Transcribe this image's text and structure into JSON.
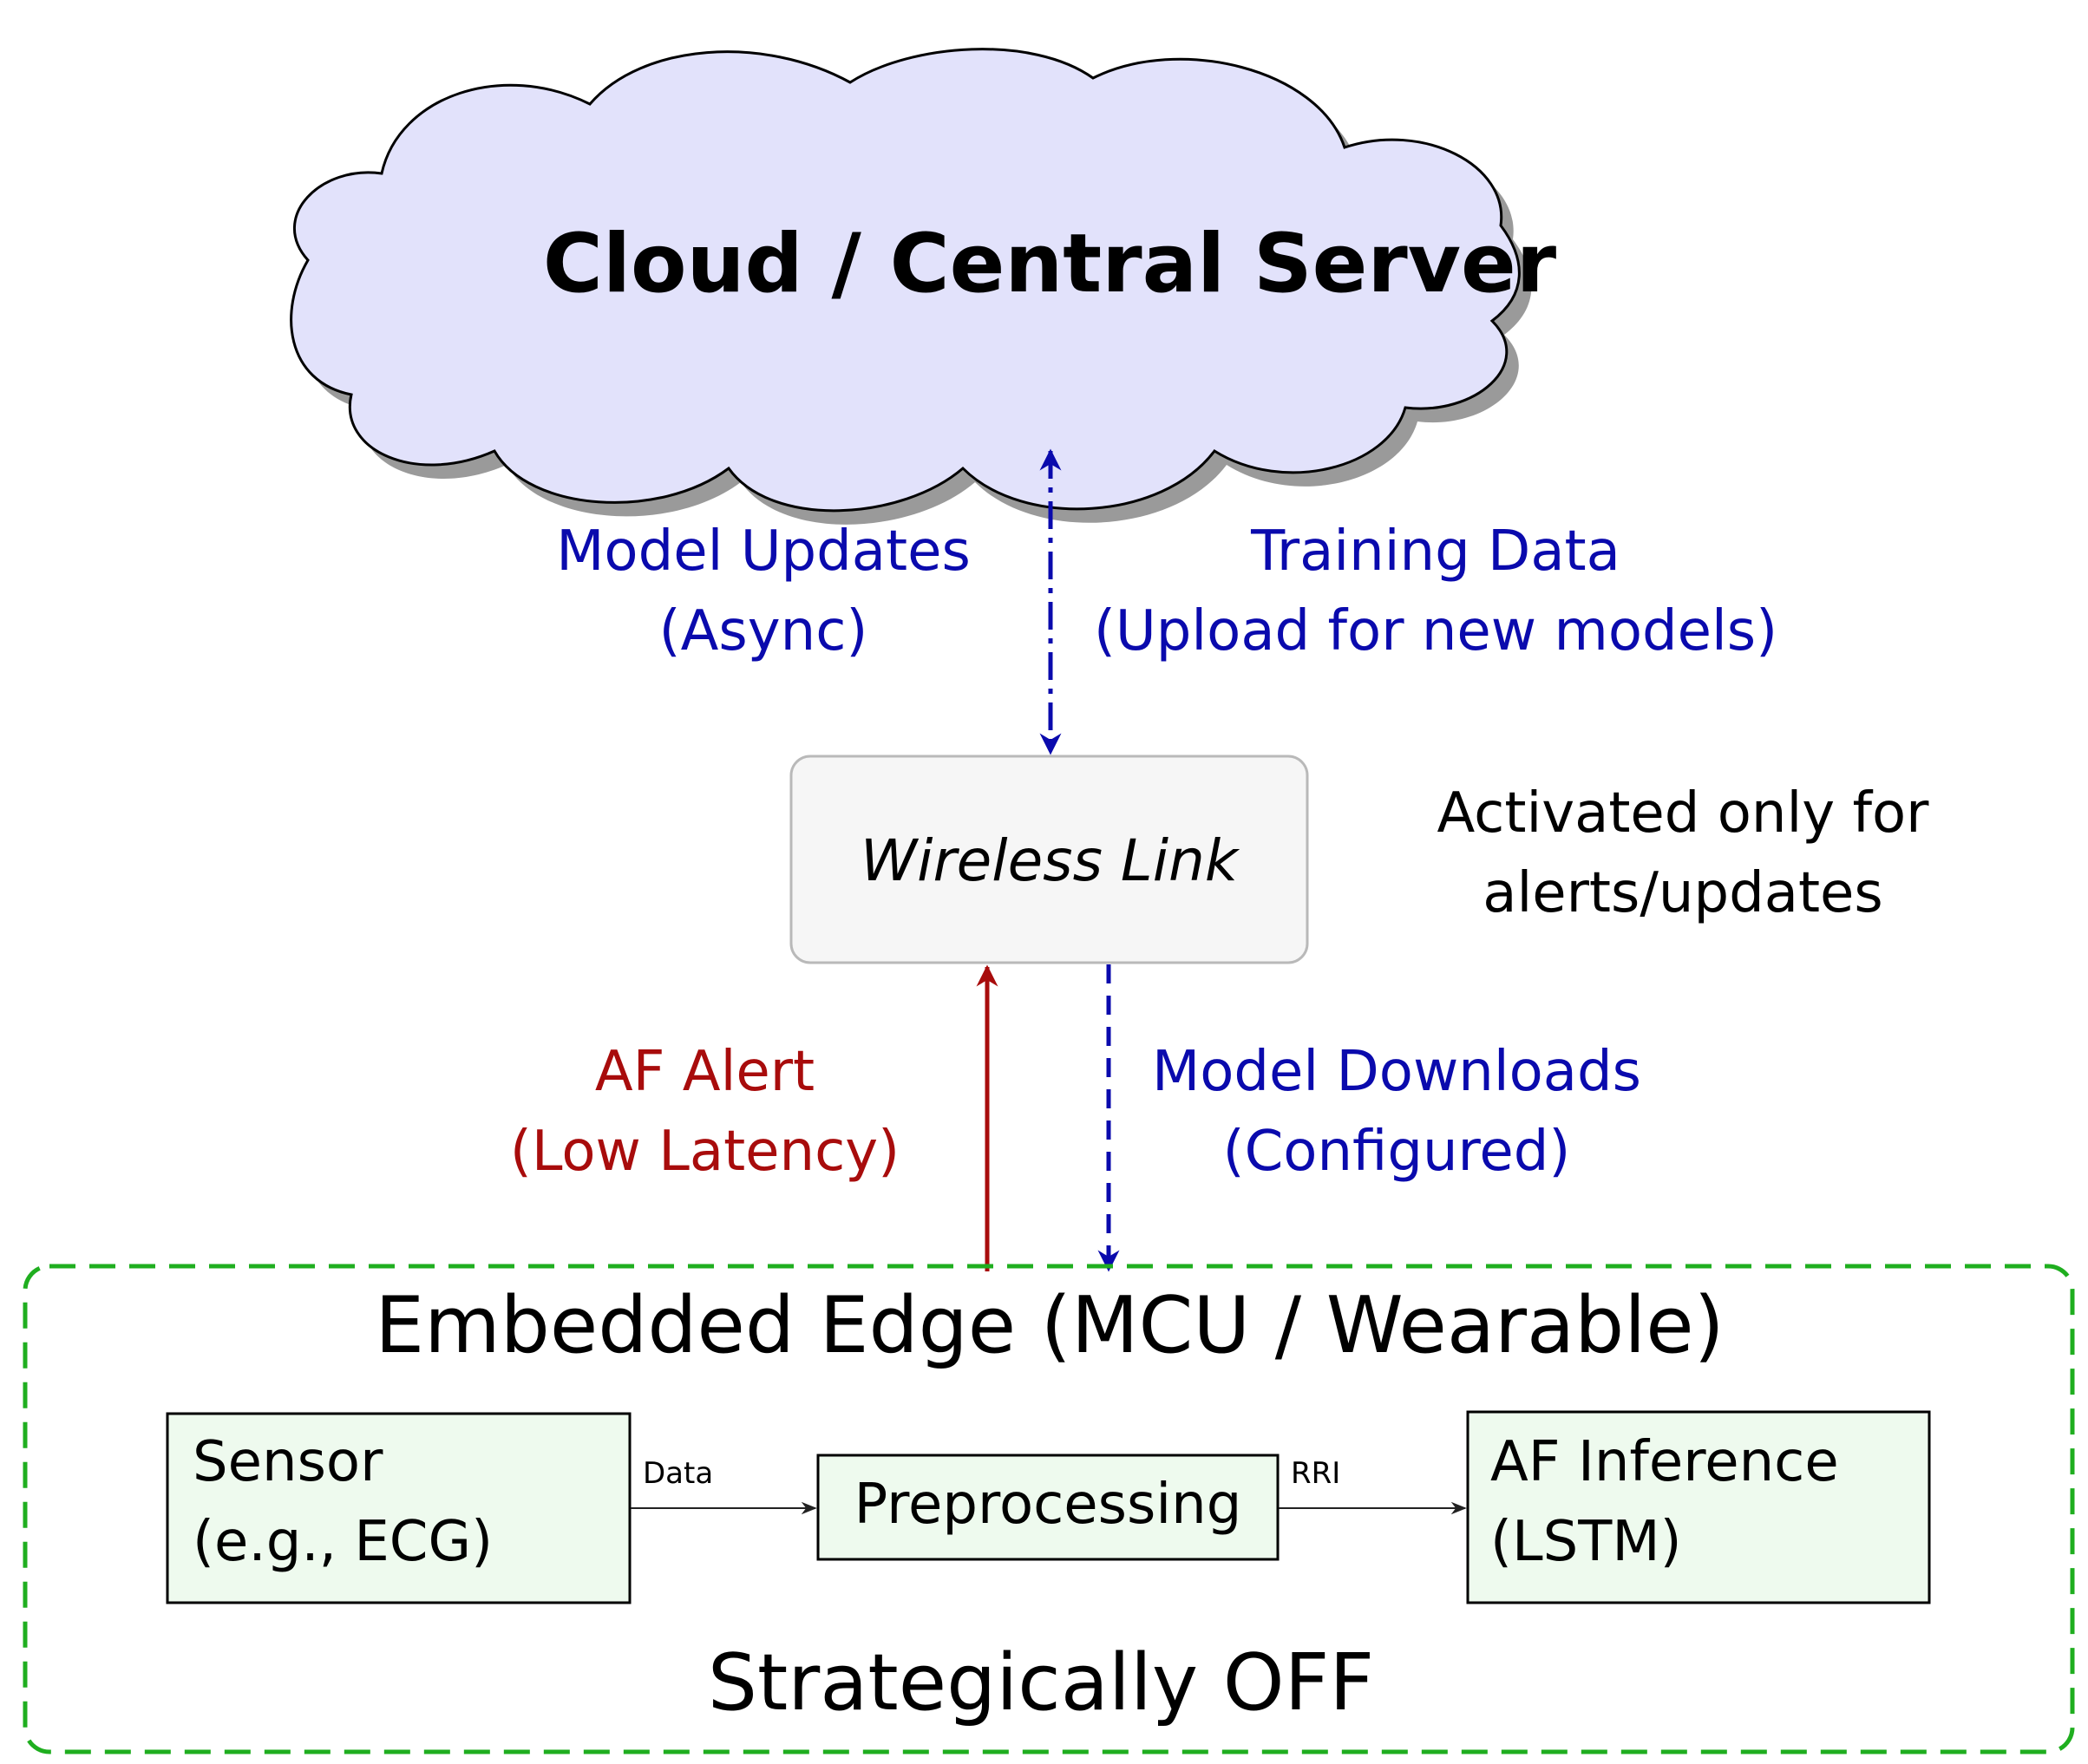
{
  "cloud": {
    "title": "Cloud / Central Server"
  },
  "upper_links": {
    "model_updates": [
      "Model Updates",
      "(Async)"
    ],
    "training_data": [
      "Training Data",
      "(Upload for new models)"
    ]
  },
  "wireless": {
    "label": "Wireless Link",
    "note": [
      "Activated only for",
      "alerts/updates"
    ]
  },
  "lower_links": {
    "af_alert": [
      "AF Alert",
      "(Low Latency)"
    ],
    "model_downloads": [
      "Model Downloads",
      "(Configured)"
    ]
  },
  "edge": {
    "title": "Embedded Edge (MCU / Wearable)",
    "footer": "Strategically OFF",
    "blocks": {
      "sensor": [
        "Sensor",
        "(e.g., ECG)"
      ],
      "preprocessing": "Preprocessing",
      "inference": [
        "AF Inference",
        "(LSTM)"
      ]
    },
    "edge_labels": {
      "data": "Data",
      "rri": "RRI"
    }
  },
  "colors": {
    "cloud_fill": "#e2e2fb",
    "blue": "#0a0aad",
    "red": "#a80c0c",
    "green_dash": "#1fae1f",
    "block_fill": "#eefaee",
    "wireless_fill": "#f6f6f6"
  }
}
